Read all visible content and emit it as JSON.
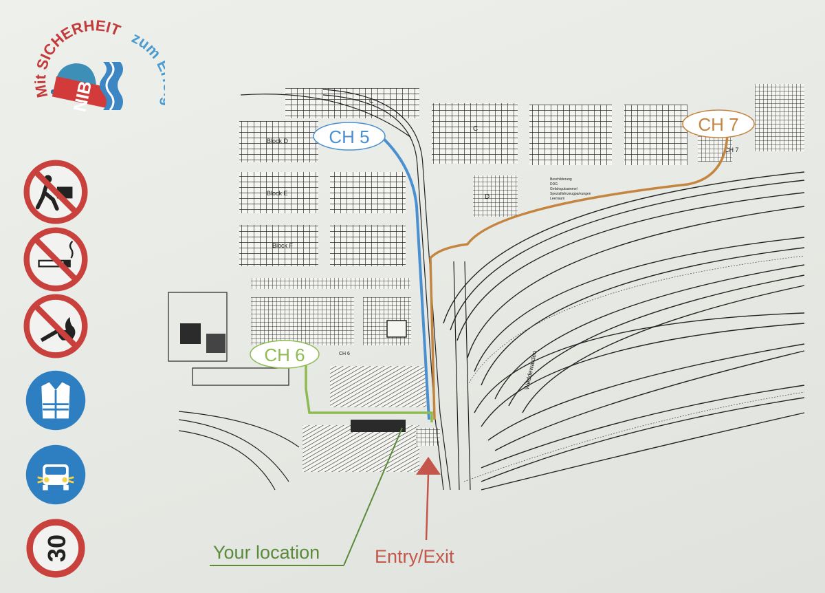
{
  "logo": {
    "arc_top": "Mit SICHERHEIT",
    "arc_bottom": "zum Erfolg",
    "mark": "NIB"
  },
  "signs": [
    {
      "name": "no-pedestrians-icon",
      "kind": "prohibition"
    },
    {
      "name": "no-smoking-icon",
      "kind": "prohibition"
    },
    {
      "name": "no-open-fire-icon",
      "kind": "prohibition"
    },
    {
      "name": "high-visibility-vest-required-icon",
      "kind": "mandatory"
    },
    {
      "name": "headlights-on-required-icon",
      "kind": "mandatory"
    },
    {
      "name": "speed-limit-icon",
      "kind": "speed",
      "text": "30"
    }
  ],
  "map": {
    "blocks": [
      "C",
      "C",
      "Block D",
      "Block E",
      "Block F",
      "D",
      "CH 6",
      "CH 7"
    ],
    "street": "Weddewarden",
    "legend_lines": [
      "Beschilderung",
      "DDG",
      "Gefahrgutsammel",
      "Spezialfahrzeugparkungen",
      "Leerraum"
    ],
    "checkpoints": [
      {
        "id": "ch5",
        "label": "CH 5",
        "color": "#4a8fd0"
      },
      {
        "id": "ch6",
        "label": "CH 6",
        "color": "#8dba52"
      },
      {
        "id": "ch7",
        "label": "CH 7",
        "color": "#c48540"
      }
    ],
    "your_location": {
      "label": "Your location",
      "color": "#5a8a3a"
    },
    "entry_exit": {
      "label": "Entry/Exit",
      "color": "#c4554a"
    }
  }
}
